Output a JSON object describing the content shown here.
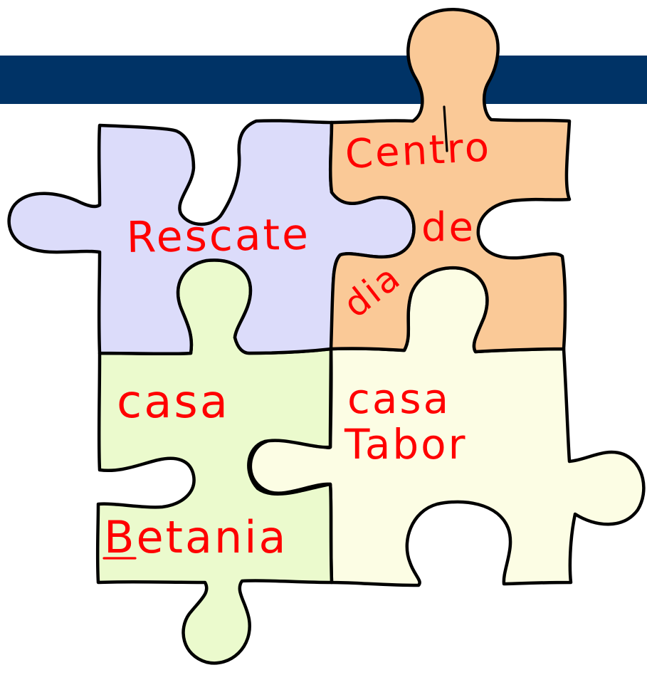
{
  "colors": {
    "banner": "#003366",
    "rescate_piece": "#dcdcfa",
    "centro_piece": "#fac997",
    "betania_piece": "#ebfacd",
    "tabor_piece": "#fcfde4",
    "outline": "#000000",
    "handwriting": "#ff0000"
  },
  "pieces": {
    "rescate": {
      "label": "Rescate"
    },
    "centro": {
      "line1": "Centro",
      "line2": "de",
      "line3": "dia"
    },
    "betania": {
      "line1": "casa",
      "line2": "Betania"
    },
    "tabor": {
      "line1": "casa",
      "line2": "Tabor"
    }
  }
}
